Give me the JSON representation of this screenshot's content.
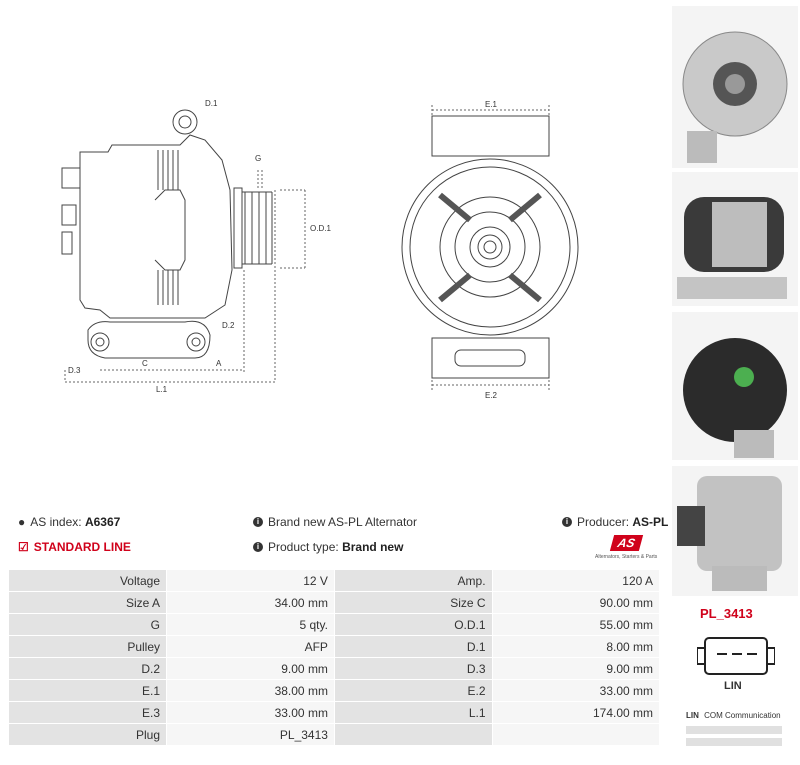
{
  "dimension_labels": {
    "d1": "D.1",
    "g": "G",
    "od1": "O.D.1",
    "d2": "D.2",
    "d3": "D.3",
    "c": "C",
    "a": "A",
    "l1": "L.1",
    "e1": "E.1",
    "e2": "E.2"
  },
  "info": {
    "as_index_label": "AS index:",
    "as_index_value": "A6367",
    "standard_line": "STANDARD LINE",
    "description": "Brand new AS-PL Alternator",
    "product_type_label": "Product type:",
    "product_type_value": "Brand new",
    "producer_label": "Producer:",
    "producer_value": "AS-PL",
    "logo_tagline": "Alternators, Starters & Parts"
  },
  "specs": [
    {
      "k1": "Voltage",
      "v1": "12 V",
      "k2": "Amp.",
      "v2": "120 A"
    },
    {
      "k1": "Size A",
      "v1": "34.00 mm",
      "k2": "Size C",
      "v2": "90.00 mm"
    },
    {
      "k1": "G",
      "v1": "5 qty.",
      "k2": "O.D.1",
      "v2": "55.00 mm"
    },
    {
      "k1": "Pulley",
      "v1": "AFP",
      "k2": "D.1",
      "v2": "8.00 mm"
    },
    {
      "k1": "D.2",
      "v1": "9.00 mm",
      "k2": "D.3",
      "v2": "9.00 mm"
    },
    {
      "k1": "E.1",
      "v1": "38.00 mm",
      "k2": "E.2",
      "v2": "33.00 mm"
    },
    {
      "k1": "E.3",
      "v1": "33.00 mm",
      "k2": "L.1",
      "v2": "174.00 mm"
    },
    {
      "k1": "Plug",
      "v1": "PL_3413",
      "k2": "",
      "v2": ""
    }
  ],
  "plug": {
    "code": "PL_3413",
    "pin": "LIN"
  },
  "legend": [
    {
      "code": "LIN",
      "text": "COM Communication"
    }
  ],
  "colors": {
    "accent": "#d0021b",
    "key_cell": "#e3e3e3",
    "value_cell": "#f6f6f6"
  }
}
